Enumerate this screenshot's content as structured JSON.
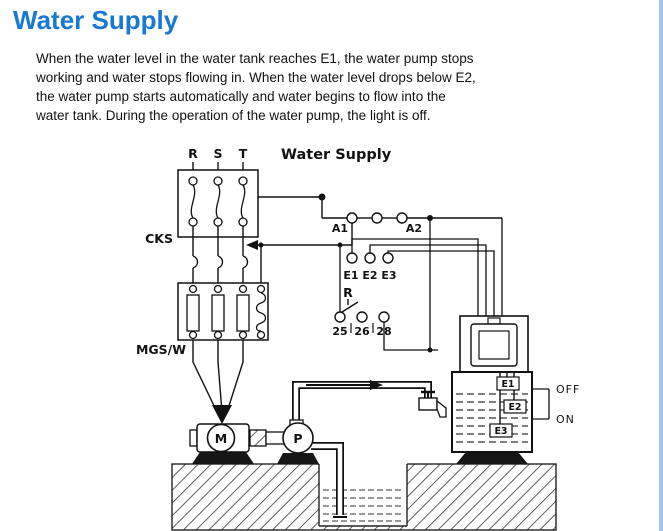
{
  "page": {
    "title": "Water Supply"
  },
  "intro": {
    "lines": [
      "When the water level in the water tank reaches E1, the water pump stops",
      "working and water stops flowing in. When the water level drops below E2,",
      "the water pump starts automatically and water begins to flow into the",
      "water tank. During the operation of the water pump, the light is off."
    ]
  },
  "diagram": {
    "title": "Water Supply",
    "phases": {
      "r": "R",
      "s": "S",
      "t": "T"
    },
    "breaker_label": "CKS",
    "contactor_label": "MGS/W",
    "coil_terminals": {
      "a1": "A1",
      "a2": "A2"
    },
    "electrode_terminals": "E1 E2 E3",
    "relay_contact": "R",
    "output_terminals": {
      "t25": "25",
      "t26": "26",
      "t28": "28"
    },
    "motor_label": "M",
    "pump_label": "P",
    "tank": {
      "e1": "E1",
      "e2": "E2",
      "e3": "E3"
    },
    "levels": {
      "off": "OFF",
      "on": "ON"
    }
  },
  "colors": {
    "title_blue": "#1878d2",
    "border_blue": "#9ec7e8",
    "ink": "#111111"
  },
  "icons": {
    "faucet": "faucet-icon",
    "motor": "motor-symbol",
    "pump": "pump-symbol"
  }
}
